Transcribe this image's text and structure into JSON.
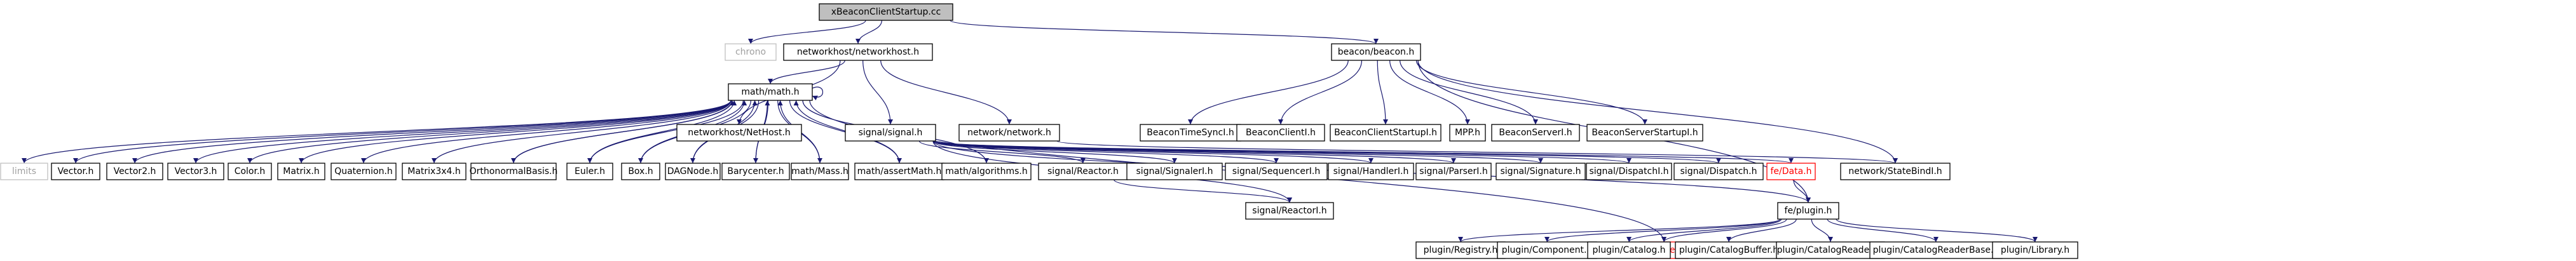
{
  "colors": {
    "edge": "#191970",
    "node_border": "#000000",
    "node_fill": "#ffffff",
    "root_fill": "#bfbfbf",
    "missing_border": "#bfbfbf",
    "missing_text": "#a0a0a0",
    "incomplete_border": "#ff0000",
    "incomplete_text": "#ff0000",
    "text": "#000000"
  },
  "nodes": [
    {
      "id": "root",
      "label": "xBeaconClientStartup.cc",
      "style": "root"
    },
    {
      "id": "chrono",
      "label": "chrono",
      "style": "missing"
    },
    {
      "id": "networkhost_h",
      "label": "networkhost/networkhost.h",
      "style": "normal"
    },
    {
      "id": "beacon_h",
      "label": "beacon/beacon.h",
      "style": "normal"
    },
    {
      "id": "math_h",
      "label": "math/math.h",
      "style": "normal"
    },
    {
      "id": "nethost_h",
      "label": "networkhost/NetHost.h",
      "style": "normal"
    },
    {
      "id": "signal_h",
      "label": "signal/signal.h",
      "style": "normal"
    },
    {
      "id": "network_h",
      "label": "network/network.h",
      "style": "normal"
    },
    {
      "id": "timesync",
      "label": "BeaconTimeSyncI.h",
      "style": "normal"
    },
    {
      "id": "clienti",
      "label": "BeaconClientI.h",
      "style": "normal"
    },
    {
      "id": "clientstartup",
      "label": "BeaconClientStartupI.h",
      "style": "normal"
    },
    {
      "id": "mpp",
      "label": "MPP.h",
      "style": "normal"
    },
    {
      "id": "serveri",
      "label": "BeaconServerI.h",
      "style": "normal"
    },
    {
      "id": "serverstartup",
      "label": "BeaconServerStartupI.h",
      "style": "normal"
    },
    {
      "id": "limits",
      "label": "limits",
      "style": "missing"
    },
    {
      "id": "vector",
      "label": "Vector.h",
      "style": "normal"
    },
    {
      "id": "vector2",
      "label": "Vector2.h",
      "style": "normal"
    },
    {
      "id": "vector3",
      "label": "Vector3.h",
      "style": "normal"
    },
    {
      "id": "color",
      "label": "Color.h",
      "style": "normal"
    },
    {
      "id": "matrix",
      "label": "Matrix.h",
      "style": "normal"
    },
    {
      "id": "quaternion",
      "label": "Quaternion.h",
      "style": "normal"
    },
    {
      "id": "matrix3x4",
      "label": "Matrix3x4.h",
      "style": "normal"
    },
    {
      "id": "orthonormal",
      "label": "OrthonormalBasis.h",
      "style": "normal"
    },
    {
      "id": "euler",
      "label": "Euler.h",
      "style": "normal"
    },
    {
      "id": "box",
      "label": "Box.h",
      "style": "normal"
    },
    {
      "id": "dagnode",
      "label": "DAGNode.h",
      "style": "normal"
    },
    {
      "id": "barycenter",
      "label": "Barycenter.h",
      "style": "normal"
    },
    {
      "id": "mass",
      "label": "math/Mass.h",
      "style": "normal"
    },
    {
      "id": "assertmath",
      "label": "math/assertMath.h",
      "style": "normal"
    },
    {
      "id": "algorithms",
      "label": "math/algorithms.h",
      "style": "normal"
    },
    {
      "id": "reactor",
      "label": "signal/Reactor.h",
      "style": "normal"
    },
    {
      "id": "signaleri",
      "label": "signal/SignalerI.h",
      "style": "normal"
    },
    {
      "id": "sequenceri",
      "label": "signal/SequencerI.h",
      "style": "normal"
    },
    {
      "id": "handleri",
      "label": "signal/HandlerI.h",
      "style": "normal"
    },
    {
      "id": "parseri",
      "label": "signal/ParserI.h",
      "style": "normal"
    },
    {
      "id": "signature",
      "label": "signal/Signature.h",
      "style": "normal"
    },
    {
      "id": "dispatchi",
      "label": "signal/DispatchI.h",
      "style": "normal"
    },
    {
      "id": "dispatch",
      "label": "signal/Dispatch.h",
      "style": "normal"
    },
    {
      "id": "fedata",
      "label": "fe/Data.h",
      "style": "incomplete"
    },
    {
      "id": "statebindi",
      "label": "network/StateBindI.h",
      "style": "normal"
    },
    {
      "id": "reactori",
      "label": "signal/ReactorI.h",
      "style": "normal"
    },
    {
      "id": "plugin",
      "label": "fe/plugin.h",
      "style": "normal"
    },
    {
      "id": "core",
      "label": "fe/core.h",
      "style": "incomplete"
    },
    {
      "id": "registry",
      "label": "plugin/Registry.h",
      "style": "normal"
    },
    {
      "id": "component",
      "label": "plugin/Component.h",
      "style": "normal"
    },
    {
      "id": "catalog",
      "label": "plugin/Catalog.h",
      "style": "normal"
    },
    {
      "id": "catalogbuffer",
      "label": "plugin/CatalogBuffer.h",
      "style": "normal"
    },
    {
      "id": "catalogreaderi",
      "label": "plugin/CatalogReaderI.h",
      "style": "normal"
    },
    {
      "id": "catalogreaderbase",
      "label": "plugin/CatalogReaderBase.h",
      "style": "normal"
    },
    {
      "id": "library",
      "label": "plugin/Library.h",
      "style": "normal"
    }
  ],
  "edges": [
    [
      "root",
      "chrono"
    ],
    [
      "root",
      "networkhost_h"
    ],
    [
      "root",
      "beacon_h"
    ],
    [
      "networkhost_h",
      "math_h"
    ],
    [
      "networkhost_h",
      "nethost_h"
    ],
    [
      "networkhost_h",
      "signal_h"
    ],
    [
      "networkhost_h",
      "network_h"
    ],
    [
      "beacon_h",
      "timesync"
    ],
    [
      "beacon_h",
      "clienti"
    ],
    [
      "beacon_h",
      "clientstartup"
    ],
    [
      "beacon_h",
      "mpp"
    ],
    [
      "beacon_h",
      "serveri"
    ],
    [
      "beacon_h",
      "serverstartup"
    ],
    [
      "beacon_h",
      "plugin"
    ],
    [
      "beacon_h",
      "statebindi"
    ],
    [
      "math_h",
      "math_h"
    ],
    [
      "math_h",
      "limits"
    ],
    [
      "math_h",
      "vector"
    ],
    [
      "math_h",
      "vector2"
    ],
    [
      "math_h",
      "vector3"
    ],
    [
      "math_h",
      "color"
    ],
    [
      "math_h",
      "matrix"
    ],
    [
      "math_h",
      "quaternion"
    ],
    [
      "math_h",
      "matrix3x4"
    ],
    [
      "math_h",
      "orthonormal"
    ],
    [
      "math_h",
      "euler"
    ],
    [
      "math_h",
      "box"
    ],
    [
      "math_h",
      "dagnode"
    ],
    [
      "math_h",
      "barycenter"
    ],
    [
      "math_h",
      "mass"
    ],
    [
      "math_h",
      "assertmath"
    ],
    [
      "math_h",
      "algorithms"
    ],
    [
      "math_h",
      "core"
    ],
    [
      "orthonormal",
      "math_h"
    ],
    [
      "euler",
      "math_h"
    ],
    [
      "box",
      "math_h"
    ],
    [
      "dagnode",
      "math_h"
    ],
    [
      "barycenter",
      "math_h"
    ],
    [
      "mass",
      "math_h"
    ],
    [
      "assertmath",
      "math_h"
    ],
    [
      "signal_h",
      "reactor"
    ],
    [
      "signal_h",
      "signaleri"
    ],
    [
      "signal_h",
      "sequenceri"
    ],
    [
      "signal_h",
      "handleri"
    ],
    [
      "signal_h",
      "parseri"
    ],
    [
      "signal_h",
      "signature"
    ],
    [
      "signal_h",
      "dispatchi"
    ],
    [
      "signal_h",
      "dispatch"
    ],
    [
      "signal_h",
      "fedata"
    ],
    [
      "signal_h",
      "plugin"
    ],
    [
      "signal_h",
      "reactori"
    ],
    [
      "network_h",
      "statebindi"
    ],
    [
      "reactor",
      "reactori"
    ],
    [
      "fedata",
      "plugin"
    ],
    [
      "plugin",
      "core"
    ],
    [
      "plugin",
      "registry"
    ],
    [
      "plugin",
      "component"
    ],
    [
      "plugin",
      "catalog"
    ],
    [
      "plugin",
      "catalogbuffer"
    ],
    [
      "plugin",
      "catalogreaderi"
    ],
    [
      "plugin",
      "catalogreaderbase"
    ],
    [
      "plugin",
      "library"
    ]
  ]
}
